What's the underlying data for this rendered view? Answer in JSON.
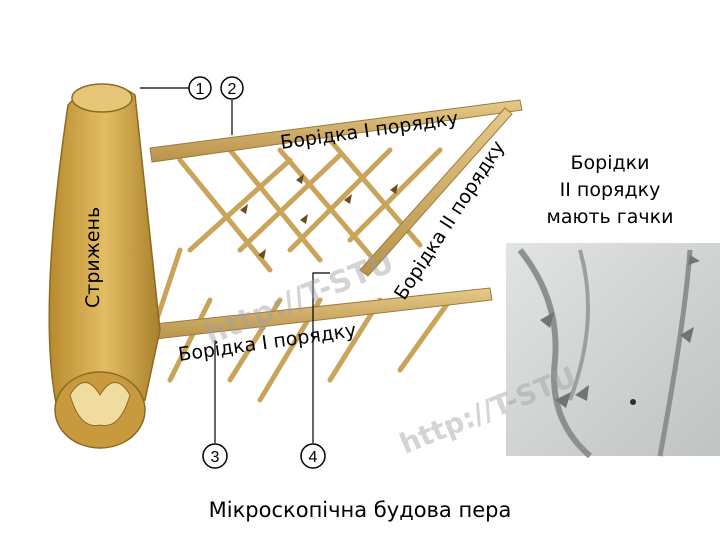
{
  "labels": {
    "barb_first_order_top": "Борідка I порядку",
    "barb_second_order": "Борідка II порядку",
    "barb_first_order_bottom": "Борідка I порядку",
    "shaft": "Стрижень"
  },
  "markers": [
    "1",
    "2",
    "3",
    "4"
  ],
  "side_note": {
    "line1": "Борідки",
    "line2": "II порядку",
    "line3": "мають гачки"
  },
  "caption": "Мікроскопічна будова пера",
  "watermark": "http://T-STU",
  "colors": {
    "shaft_fill": "#d2a84a",
    "shaft_dark": "#a8802c",
    "barb_fill": "#d9b772",
    "micro_bg": "#cfd2d1"
  }
}
